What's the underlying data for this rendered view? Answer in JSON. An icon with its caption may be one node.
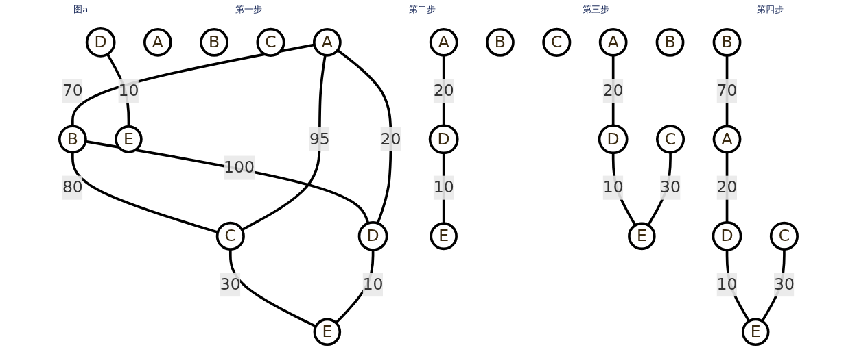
{
  "diagram": {
    "nodes": [
      {
        "text": [
          "A"
        ]
      },
      {
        "text": [
          "B"
        ]
      },
      {
        "text": [
          "C"
        ]
      },
      {
        "text": [
          "D"
        ]
      },
      {
        "text": [
          "E"
        ]
      },
      {
        "text": [
          "A"
        ]
      },
      {
        "text": [
          "B"
        ]
      },
      {
        "text": [
          "C"
        ]
      },
      {
        "text": [
          "D"
        ]
      },
      {
        "text": [
          "E"
        ]
      },
      {
        "text": [
          "A"
        ]
      },
      {
        "text": [
          "B"
        ]
      },
      {
        "text": [
          "C"
        ]
      },
      {
        "text": [
          "D"
        ]
      },
      {
        "text": [
          "E"
        ]
      },
      {
        "text": [
          "A"
        ]
      },
      {
        "text": [
          "B"
        ]
      },
      {
        "text": [
          "C"
        ]
      },
      {
        "text": [
          "D"
        ]
      },
      {
        "text": [
          "E"
        ]
      },
      {
        "text": [
          "A"
        ]
      },
      {
        "text": [
          "B"
        ]
      },
      {
        "text": [
          "C"
        ]
      },
      {
        "text": [
          "D"
        ]
      },
      {
        "text": [
          "E"
        ]
      }
    ],
    "edges": [
      {
        "from": 0,
        "to": 1,
        "arrow": "none",
        "label": "70"
      },
      {
        "from": 1,
        "to": 2,
        "arrow": "none",
        "label": "80"
      },
      {
        "from": 1,
        "to": 3,
        "arrow": "none",
        "label": "100"
      },
      {
        "from": 0,
        "to": 2,
        "arrow": "none",
        "label": "95"
      },
      {
        "from": 0,
        "to": 3,
        "arrow": "none",
        "label": "20"
      },
      {
        "from": 2,
        "to": 4,
        "arrow": "none",
        "label": "30"
      },
      {
        "from": 3,
        "to": 4,
        "arrow": "none",
        "label": "10"
      },
      {
        "from": 8,
        "to": 9,
        "arrow": "none",
        "label": "10"
      },
      {
        "from": 10,
        "to": 13,
        "arrow": "none",
        "label": "20"
      },
      {
        "from": 13,
        "to": 14,
        "arrow": "none",
        "label": "10"
      },
      {
        "from": 15,
        "to": 18,
        "arrow": "none",
        "label": "20"
      },
      {
        "from": 18,
        "to": 19,
        "arrow": "none",
        "label": "10"
      },
      {
        "from": 17,
        "to": 19,
        "arrow": "none",
        "label": "30"
      },
      {
        "from": 21,
        "to": 20,
        "arrow": "none",
        "label": "70"
      },
      {
        "from": 20,
        "to": 23,
        "arrow": "none",
        "label": "20"
      },
      {
        "from": 23,
        "to": 24,
        "arrow": "none",
        "label": "10"
      },
      {
        "from": 22,
        "to": 24,
        "arrow": "none",
        "label": "30"
      }
    ],
    "labels": [
      "图a",
      "第一步",
      "第二步",
      "第三步",
      "第四步"
    ]
  }
}
